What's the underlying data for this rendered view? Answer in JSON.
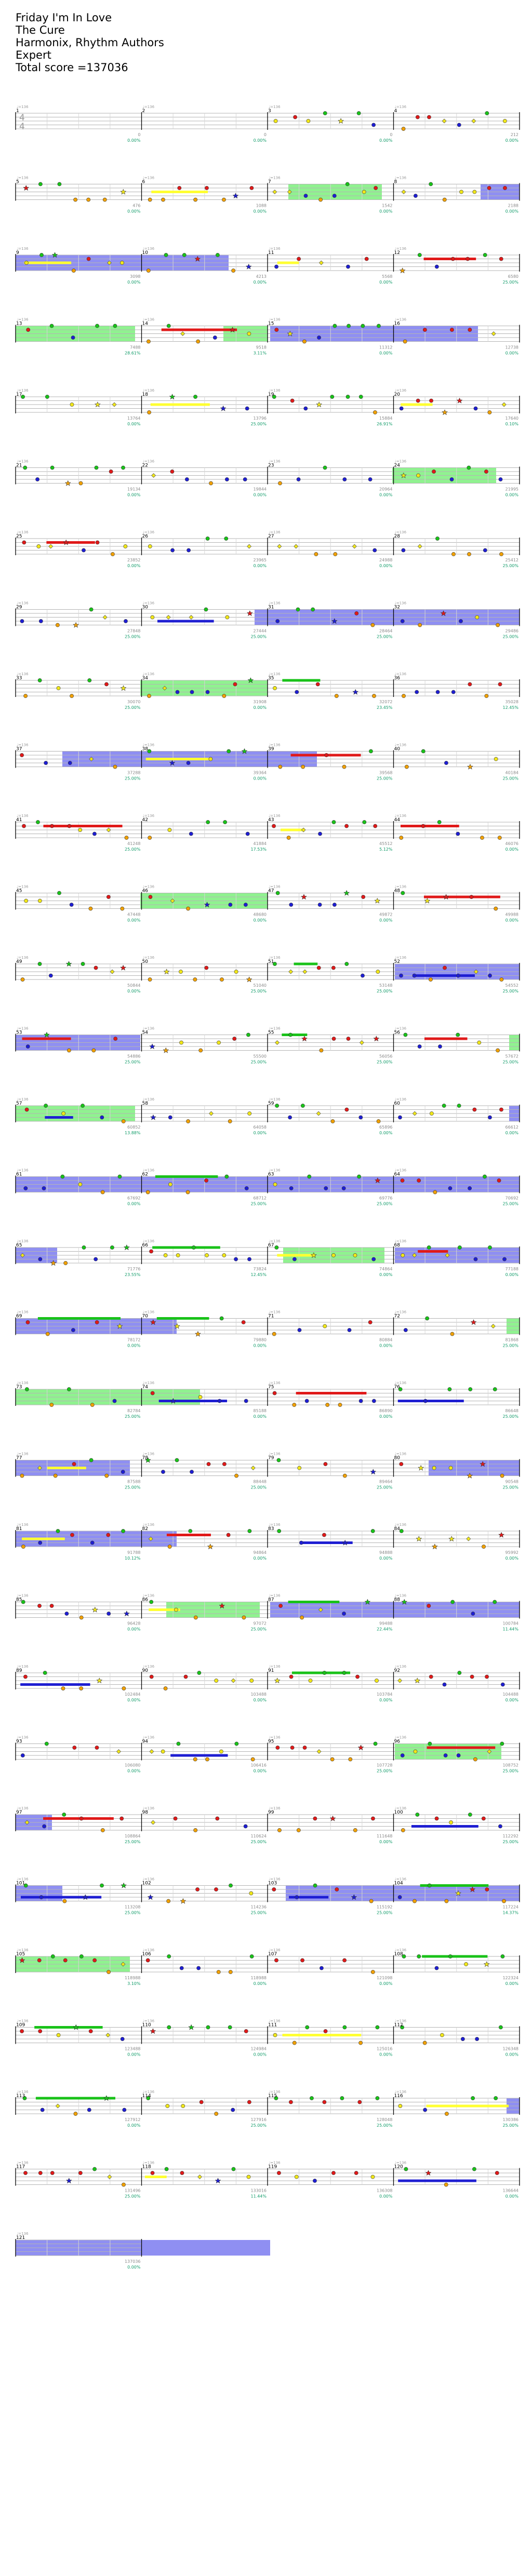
{
  "song": {
    "title": "Friday I'm In Love",
    "artist": "The Cure",
    "authors": "Harmonix, Rhythm Authors",
    "difficulty": "Expert",
    "total_score_label": "Total score =",
    "total_score": "137036"
  },
  "time_signature": [
    "4",
    "4"
  ],
  "tempo_marking": "♩=136",
  "colors": {
    "green": "#19c219",
    "red": "#e01919",
    "yellow": "#f0e619",
    "blue": "#1e1ed2",
    "orange": "#f0a000",
    "star_power_green": "#7cf07c",
    "overdrive_blue": "#7b7bf0",
    "sustain_yellow": "#ffff32",
    "score_grey": "#8a8a8a",
    "percent_green": "#129c6a"
  },
  "measures": [
    {
      "n": "1",
      "score": "0",
      "pct": "0.00%"
    },
    {
      "n": "2",
      "score": "0",
      "pct": "0.00%"
    },
    {
      "n": "3",
      "score": "0",
      "pct": "0.00%"
    },
    {
      "n": "4",
      "score": "212",
      "pct": "0.00%"
    },
    {
      "n": "5",
      "score": "476",
      "pct": "0.00%"
    },
    {
      "n": "6",
      "score": "1088",
      "pct": "0.00%"
    },
    {
      "n": "7",
      "score": "1542",
      "pct": "0.00%"
    },
    {
      "n": "8",
      "score": "2188",
      "pct": "0.00%"
    },
    {
      "n": "9",
      "score": "3098",
      "pct": "0.00%"
    },
    {
      "n": "10",
      "score": "4213",
      "pct": "0.00%"
    },
    {
      "n": "11",
      "score": "5568",
      "pct": "0.00%"
    },
    {
      "n": "12",
      "score": "6580",
      "pct": "25.00%"
    },
    {
      "n": "13",
      "score": "7488",
      "pct": "28.61%"
    },
    {
      "n": "14",
      "score": "9518",
      "pct": "3.11%"
    },
    {
      "n": "15",
      "score": "11312",
      "pct": "0.00%"
    },
    {
      "n": "16",
      "score": "12738",
      "pct": "0.00%"
    },
    {
      "n": "17",
      "score": "13764",
      "pct": "0.00%"
    },
    {
      "n": "18",
      "score": "13796",
      "pct": "25.00%"
    },
    {
      "n": "19",
      "score": "15884",
      "pct": "26.91%"
    },
    {
      "n": "20",
      "score": "17640",
      "pct": "0.10%"
    },
    {
      "n": "21",
      "score": "19134",
      "pct": "0.00%"
    },
    {
      "n": "22",
      "score": "19844",
      "pct": "0.00%"
    },
    {
      "n": "23",
      "score": "20964",
      "pct": "0.00%"
    },
    {
      "n": "24",
      "score": "21995",
      "pct": "0.00%"
    },
    {
      "n": "25",
      "score": "23852",
      "pct": "0.00%"
    },
    {
      "n": "26",
      "score": "23965",
      "pct": "0.00%"
    },
    {
      "n": "27",
      "score": "24988",
      "pct": "0.00%"
    },
    {
      "n": "28",
      "score": "25412",
      "pct": "25.00%"
    },
    {
      "n": "29",
      "score": "27848",
      "pct": "25.00%"
    },
    {
      "n": "30",
      "score": "27444",
      "pct": "25.00%"
    },
    {
      "n": "31",
      "score": "28464",
      "pct": "25.00%"
    },
    {
      "n": "32",
      "score": "29486",
      "pct": "25.00%"
    },
    {
      "n": "33",
      "score": "30070",
      "pct": "25.00%"
    },
    {
      "n": "34",
      "score": "31908",
      "pct": "0.00%"
    },
    {
      "n": "35",
      "score": "32072",
      "pct": "23.45%"
    },
    {
      "n": "36",
      "score": "35028",
      "pct": "12.45%"
    },
    {
      "n": "37",
      "score": "37288",
      "pct": "25.00%"
    },
    {
      "n": "38",
      "score": "39364",
      "pct": "0.00%"
    },
    {
      "n": "39",
      "score": "39568",
      "pct": "25.00%"
    },
    {
      "n": "40",
      "score": "40184",
      "pct": "25.00%"
    },
    {
      "n": "41",
      "score": "41248",
      "pct": "25.00%"
    },
    {
      "n": "42",
      "score": "41884",
      "pct": "17.53%"
    },
    {
      "n": "43",
      "score": "45512",
      "pct": "5.12%"
    },
    {
      "n": "44",
      "score": "46076",
      "pct": "0.00%"
    },
    {
      "n": "45",
      "score": "47448",
      "pct": "0.00%"
    },
    {
      "n": "46",
      "score": "48680",
      "pct": "0.00%"
    },
    {
      "n": "47",
      "score": "49872",
      "pct": "0.00%"
    },
    {
      "n": "48",
      "score": "49988",
      "pct": "0.00%"
    },
    {
      "n": "49",
      "score": "50844",
      "pct": "0.00%"
    },
    {
      "n": "50",
      "score": "51040",
      "pct": "25.00%"
    },
    {
      "n": "51",
      "score": "53148",
      "pct": "25.00%"
    },
    {
      "n": "52",
      "score": "54552",
      "pct": "25.00%"
    },
    {
      "n": "53",
      "score": "54886",
      "pct": "25.00%"
    },
    {
      "n": "54",
      "score": "55500",
      "pct": "25.00%"
    },
    {
      "n": "55",
      "score": "56056",
      "pct": "25.00%"
    },
    {
      "n": "56",
      "score": "57672",
      "pct": "25.00%"
    },
    {
      "n": "57",
      "score": "60852",
      "pct": "13.88%"
    },
    {
      "n": "58",
      "score": "64058",
      "pct": "0.00%"
    },
    {
      "n": "59",
      "score": "65896",
      "pct": "0.00%"
    },
    {
      "n": "60",
      "score": "66612",
      "pct": "0.00%"
    },
    {
      "n": "61",
      "score": "67692",
      "pct": "0.00%"
    },
    {
      "n": "62",
      "score": "68712",
      "pct": "25.00%"
    },
    {
      "n": "63",
      "score": "69776",
      "pct": "25.00%"
    },
    {
      "n": "64",
      "score": "70692",
      "pct": "25.00%"
    },
    {
      "n": "65",
      "score": "71776",
      "pct": "23.55%"
    },
    {
      "n": "66",
      "score": "73824",
      "pct": "12.45%"
    },
    {
      "n": "67",
      "score": "74864",
      "pct": "0.00%"
    },
    {
      "n": "68",
      "score": "77188",
      "pct": "0.00%"
    },
    {
      "n": "69",
      "score": "78172",
      "pct": "0.00%"
    },
    {
      "n": "70",
      "score": "79880",
      "pct": "0.00%"
    },
    {
      "n": "71",
      "score": "80884",
      "pct": "0.00%"
    },
    {
      "n": "72",
      "score": "81868",
      "pct": "25.00%"
    },
    {
      "n": "73",
      "score": "82784",
      "pct": "25.00%"
    },
    {
      "n": "74",
      "score": "85188",
      "pct": "0.00%"
    },
    {
      "n": "75",
      "score": "86890",
      "pct": "0.00%"
    },
    {
      "n": "76",
      "score": "86648",
      "pct": "25.00%"
    },
    {
      "n": "77",
      "score": "87588",
      "pct": "25.00%"
    },
    {
      "n": "78",
      "score": "88448",
      "pct": "25.00%"
    },
    {
      "n": "79",
      "score": "89464",
      "pct": "25.00%"
    },
    {
      "n": "80",
      "score": "90548",
      "pct": "25.00%"
    },
    {
      "n": "81",
      "score": "91788",
      "pct": "10.12%"
    },
    {
      "n": "82",
      "score": "94864",
      "pct": "0.00%"
    },
    {
      "n": "83",
      "score": "94888",
      "pct": "0.00%"
    },
    {
      "n": "84",
      "score": "95992",
      "pct": "0.00%"
    },
    {
      "n": "85",
      "score": "96428",
      "pct": "0.00%"
    },
    {
      "n": "86",
      "score": "97072",
      "pct": "25.00%"
    },
    {
      "n": "87",
      "score": "99488",
      "pct": "22.44%"
    },
    {
      "n": "88",
      "score": "100784",
      "pct": "11.44%"
    },
    {
      "n": "89",
      "score": "102484",
      "pct": "0.00%"
    },
    {
      "n": "90",
      "score": "103488",
      "pct": "0.00%"
    },
    {
      "n": "91",
      "score": "103784",
      "pct": "0.00%"
    },
    {
      "n": "92",
      "score": "104488",
      "pct": "0.00%"
    },
    {
      "n": "93",
      "score": "106080",
      "pct": "0.00%"
    },
    {
      "n": "94",
      "score": "106416",
      "pct": "0.00%"
    },
    {
      "n": "95",
      "score": "107728",
      "pct": "25.00%"
    },
    {
      "n": "96",
      "score": "108752",
      "pct": "25.00%"
    },
    {
      "n": "97",
      "score": "108864",
      "pct": "25.00%"
    },
    {
      "n": "98",
      "score": "110624",
      "pct": "25.00%"
    },
    {
      "n": "99",
      "score": "111648",
      "pct": "0.00%"
    },
    {
      "n": "100",
      "score": "112292",
      "pct": "25.00%"
    },
    {
      "n": "101",
      "score": "113208",
      "pct": "25.00%"
    },
    {
      "n": "102",
      "score": "114236",
      "pct": "25.00%"
    },
    {
      "n": "103",
      "score": "115192",
      "pct": "25.00%"
    },
    {
      "n": "104",
      "score": "117224",
      "pct": "14.37%"
    },
    {
      "n": "105",
      "score": "118988",
      "pct": "3.10%"
    },
    {
      "n": "106",
      "score": "118988",
      "pct": "0.00%"
    },
    {
      "n": "107",
      "score": "121098",
      "pct": "0.00%"
    },
    {
      "n": "108",
      "score": "122324",
      "pct": "0.00%"
    },
    {
      "n": "109",
      "score": "123488",
      "pct": "0.00%"
    },
    {
      "n": "110",
      "score": "124984",
      "pct": "0.00%"
    },
    {
      "n": "111",
      "score": "125016",
      "pct": "0.00%"
    },
    {
      "n": "112",
      "score": "126348",
      "pct": "0.00%"
    },
    {
      "n": "113",
      "score": "127912",
      "pct": "0.00%"
    },
    {
      "n": "114",
      "score": "127916",
      "pct": "25.00%"
    },
    {
      "n": "115",
      "score": "128048",
      "pct": "25.00%"
    },
    {
      "n": "116",
      "score": "130386",
      "pct": "25.00%"
    },
    {
      "n": "117",
      "score": "131496",
      "pct": "25.00%"
    },
    {
      "n": "118",
      "score": "133016",
      "pct": "11.44%"
    },
    {
      "n": "119",
      "score": "136308",
      "pct": "0.00%"
    },
    {
      "n": "120",
      "score": "136644",
      "pct": "0.00%"
    },
    {
      "n": "121",
      "score": "137036",
      "pct": "0.00%"
    }
  ]
}
